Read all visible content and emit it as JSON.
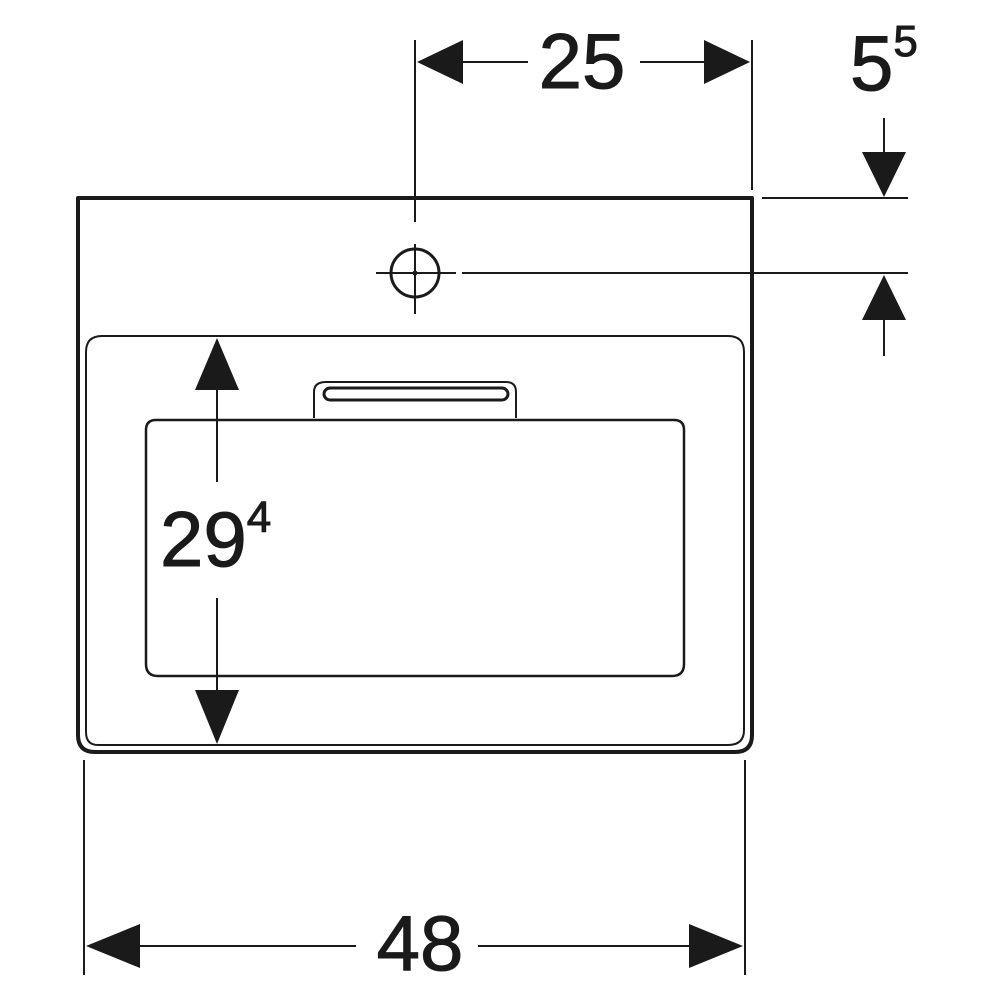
{
  "dimensions": {
    "hole_offset": {
      "value": "25"
    },
    "hole_from_top": {
      "base": "5",
      "sup": "5"
    },
    "basin_depth": {
      "base": "29",
      "sup": "4"
    },
    "overall_width": {
      "value": "48"
    }
  },
  "colors": {
    "line": "#1a1a1a",
    "background": "#ffffff"
  }
}
